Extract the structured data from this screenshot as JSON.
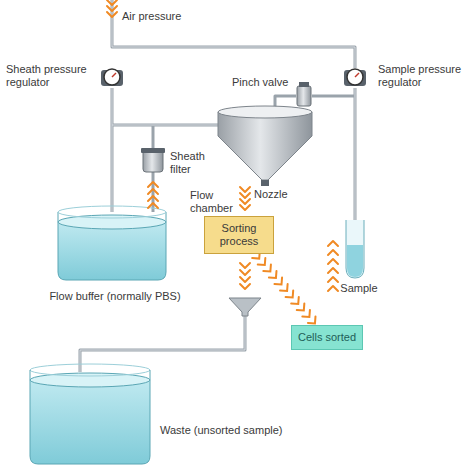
{
  "diagram": {
    "nodes": [
      {
        "text": [
          "Sorting process"
        ]
      },
      {
        "text": [
          "Cells sorted"
        ]
      }
    ],
    "edges": [
      {
        "from": 0,
        "to": 1,
        "arrow": "to"
      }
    ],
    "labels": [
      "Air pressure",
      "Sheath pressure regulator",
      "Pinch valve",
      "Sample pressure regulator",
      "Sheath filter",
      "Flow chamber",
      "Nozzle",
      "Flow buffer (normally PBS)",
      "Sample",
      "Waste (unsorted sample)"
    ]
  }
}
